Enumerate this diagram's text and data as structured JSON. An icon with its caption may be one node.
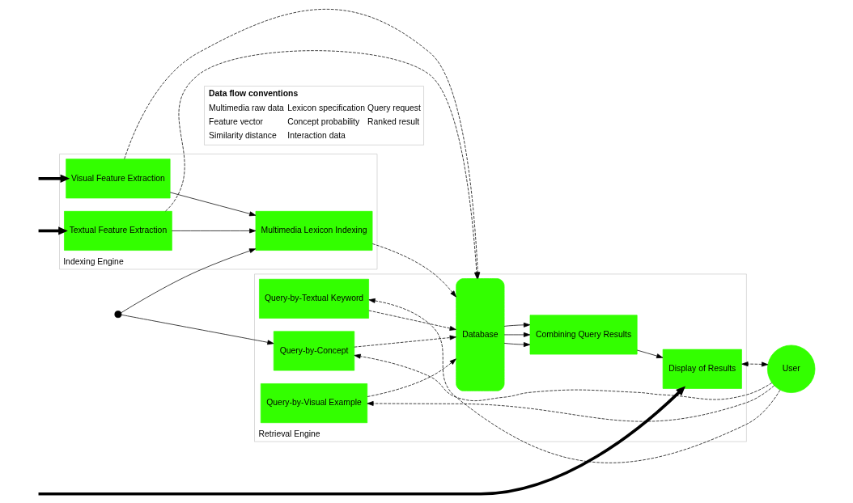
{
  "diagram": {
    "nodes": [
      {
        "text": [
          "Indexing Engine"
        ]
      },
      {
        "text": [
          "Visual Feature Extraction"
        ],
        "in": 0
      },
      {
        "text": [
          "Textual Feature Extraction"
        ],
        "in": 0
      },
      {
        "text": [
          "Multimedia Lexicon Indexing"
        ],
        "in": 0
      },
      {
        "text": [
          "Retrieval Engine"
        ]
      },
      {
        "text": [
          "Database"
        ],
        "in": 4
      },
      {
        "text": [
          "Query-by-Concept"
        ],
        "in": 4
      },
      {
        "text": [
          "Query-by-Visual Example"
        ],
        "in": 4
      },
      {
        "text": [
          "Query-by-Textual Keyword"
        ],
        "in": 4
      },
      {
        "text": [
          "Combining Query Results"
        ],
        "in": 4
      },
      {
        "text": [
          "Display of Results"
        ],
        "in": 4
      },
      {
        "text": [
          "User"
        ]
      },
      {
        "text": [],
        "shape": "circle"
      }
    ],
    "edges": [
      {
        "from": null,
        "to": 1,
        "arrow": "to",
        "style": "thick"
      },
      {
        "from": null,
        "to": 2,
        "arrow": "to",
        "style": "thick"
      },
      {
        "from": null,
        "to": 10,
        "arrow": "to",
        "style": "thick"
      },
      {
        "from": 12,
        "to": 3,
        "arrow": "to"
      },
      {
        "from": 12,
        "to": 6,
        "arrow": "to"
      },
      {
        "from": 1,
        "to": 3,
        "arrow": "to"
      },
      {
        "from": 2,
        "to": 3,
        "arrow": "to"
      },
      {
        "from": 1,
        "to": 5,
        "arrow": "to",
        "style": "dashed"
      },
      {
        "from": 3,
        "to": 5,
        "arrow": "to",
        "style": "dashed"
      },
      {
        "from": 2,
        "to": 5,
        "arrow": "to",
        "style": "dashed"
      },
      {
        "from": 6,
        "to": 5,
        "arrow": "to",
        "style": "dashed"
      },
      {
        "from": 7,
        "to": 5,
        "arrow": "to",
        "style": "dashed"
      },
      {
        "from": 8,
        "to": 5,
        "arrow": "to",
        "style": "dashed"
      },
      {
        "from": 5,
        "to": 9,
        "arrow": "to"
      },
      {
        "from": 5,
        "to": 9,
        "arrow": "to"
      },
      {
        "from": 5,
        "to": 9,
        "arrow": "to"
      },
      {
        "from": 9,
        "to": 10,
        "arrow": "to"
      },
      {
        "from": 11,
        "to": 6,
        "arrow": "to",
        "style": "dashed"
      },
      {
        "from": 11,
        "to": 7,
        "arrow": "to",
        "style": "dashed"
      },
      {
        "from": 11,
        "to": 8,
        "arrow": "to",
        "style": "dashed"
      },
      {
        "from": 11,
        "to": 10,
        "arrow": "both",
        "style": "dashed"
      }
    ],
    "labels": [
      "Data flow conventions"
    ],
    "legend": [
      {
        "text": "Multimedia raw data"
      },
      {
        "text": "Lexicon specification"
      },
      {
        "text": "Query request"
      },
      {
        "text": "Feature vector"
      },
      {
        "text": "Concept probability"
      },
      {
        "text": "Ranked result"
      },
      {
        "text": "Similarity distance"
      },
      {
        "text": "Interaction data"
      }
    ]
  }
}
